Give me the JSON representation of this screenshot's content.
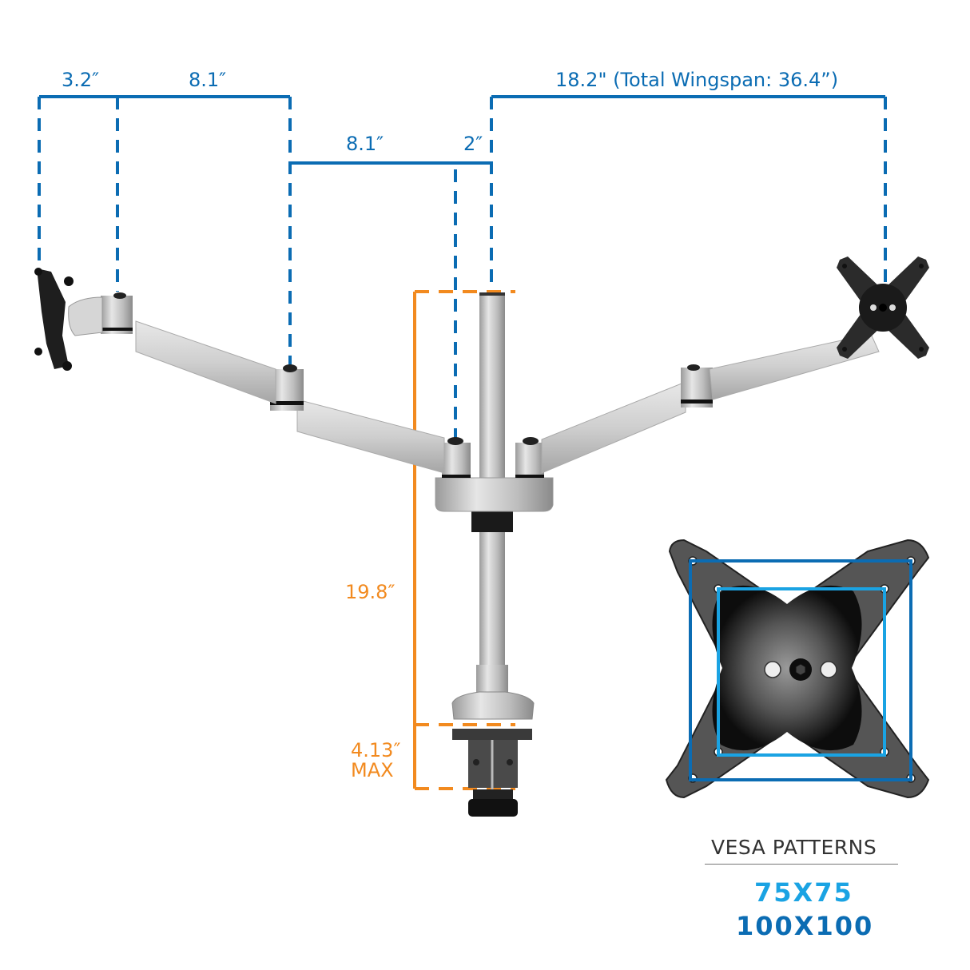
{
  "dimensions": {
    "left_extension_1": "3.2″",
    "left_extension_2": "8.1″",
    "inner_arm": "8.1″",
    "pole_offset": "2″",
    "right_reach": "18.2\" (Total Wingspan: 36.4”)",
    "pole_height": "19.8″",
    "clamp_thickness": "4.13″",
    "clamp_thickness_note": "MAX"
  },
  "vesa": {
    "title": "VESA PATTERNS",
    "pattern_small": "75X75",
    "pattern_large": "100X100"
  },
  "colors": {
    "dimension_blue": "#0b6cb3",
    "height_orange": "#f28a1f",
    "vesa_light_blue": "#1aa3e3",
    "vesa_dark_blue": "#0b6cb3"
  }
}
